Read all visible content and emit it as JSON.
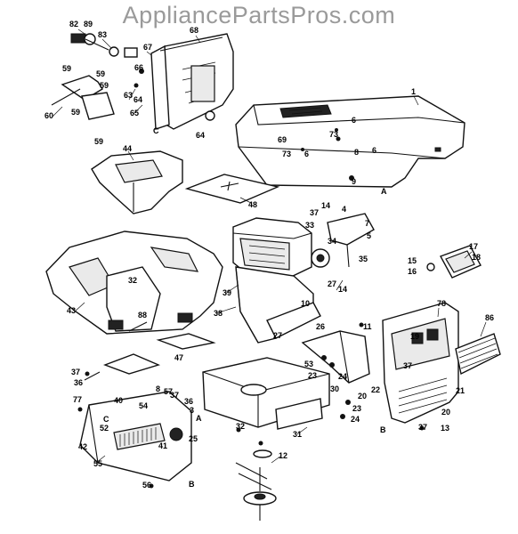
{
  "watermark": "AppliancePartsPros.com",
  "callouts": [
    {
      "id": "c1",
      "text": "1"
    },
    {
      "id": "c3",
      "text": "3"
    },
    {
      "id": "c4",
      "text": "4"
    },
    {
      "id": "c5",
      "text": "5"
    },
    {
      "id": "c6a",
      "text": "6"
    },
    {
      "id": "c6b",
      "text": "6"
    },
    {
      "id": "c6c",
      "text": "6"
    },
    {
      "id": "c7",
      "text": "7"
    },
    {
      "id": "c8a",
      "text": "8"
    },
    {
      "id": "c8b",
      "text": "8"
    },
    {
      "id": "c9",
      "text": "9"
    },
    {
      "id": "c10",
      "text": "10"
    },
    {
      "id": "c11",
      "text": "11"
    },
    {
      "id": "c12",
      "text": "12"
    },
    {
      "id": "c13",
      "text": "13"
    },
    {
      "id": "c14a",
      "text": "14"
    },
    {
      "id": "c14b",
      "text": "14"
    },
    {
      "id": "c15",
      "text": "15"
    },
    {
      "id": "c16",
      "text": "16"
    },
    {
      "id": "c17",
      "text": "17"
    },
    {
      "id": "c18",
      "text": "18"
    },
    {
      "id": "c19",
      "text": "19"
    },
    {
      "id": "c20a",
      "text": "20"
    },
    {
      "id": "c20b",
      "text": "20"
    },
    {
      "id": "c21",
      "text": "21"
    },
    {
      "id": "c22",
      "text": "22"
    },
    {
      "id": "c23a",
      "text": "23"
    },
    {
      "id": "c23b",
      "text": "23"
    },
    {
      "id": "c24a",
      "text": "24"
    },
    {
      "id": "c24b",
      "text": "24"
    },
    {
      "id": "c25",
      "text": "25"
    },
    {
      "id": "c26",
      "text": "26"
    },
    {
      "id": "c27a",
      "text": "27"
    },
    {
      "id": "c27b",
      "text": "27"
    },
    {
      "id": "c30",
      "text": "30"
    },
    {
      "id": "c31",
      "text": "31"
    },
    {
      "id": "c32a",
      "text": "32"
    },
    {
      "id": "c32b",
      "text": "32"
    },
    {
      "id": "c33",
      "text": "33"
    },
    {
      "id": "c34",
      "text": "34"
    },
    {
      "id": "c35",
      "text": "35"
    },
    {
      "id": "c36a",
      "text": "36"
    },
    {
      "id": "c36b",
      "text": "36"
    },
    {
      "id": "c37a",
      "text": "37"
    },
    {
      "id": "c37b",
      "text": "37"
    },
    {
      "id": "c37c",
      "text": "37"
    },
    {
      "id": "c37d",
      "text": "37"
    },
    {
      "id": "c37e",
      "text": "37"
    },
    {
      "id": "c38",
      "text": "38"
    },
    {
      "id": "c39",
      "text": "39"
    },
    {
      "id": "c40",
      "text": "40"
    },
    {
      "id": "c41",
      "text": "41"
    },
    {
      "id": "c42",
      "text": "42"
    },
    {
      "id": "c43",
      "text": "43"
    },
    {
      "id": "c44",
      "text": "44"
    },
    {
      "id": "c47",
      "text": "47"
    },
    {
      "id": "c48",
      "text": "48"
    },
    {
      "id": "c52",
      "text": "52"
    },
    {
      "id": "c53",
      "text": "53"
    },
    {
      "id": "c54",
      "text": "54"
    },
    {
      "id": "c55",
      "text": "55"
    },
    {
      "id": "c56",
      "text": "56"
    },
    {
      "id": "c57",
      "text": "57"
    },
    {
      "id": "c59a",
      "text": "59"
    },
    {
      "id": "c59b",
      "text": "59"
    },
    {
      "id": "c59c",
      "text": "59"
    },
    {
      "id": "c59d",
      "text": "59"
    },
    {
      "id": "c59e",
      "text": "59"
    },
    {
      "id": "c60",
      "text": "60"
    },
    {
      "id": "c63",
      "text": "63"
    },
    {
      "id": "c64a",
      "text": "64"
    },
    {
      "id": "c64b",
      "text": "64"
    },
    {
      "id": "c65",
      "text": "65"
    },
    {
      "id": "c66",
      "text": "66"
    },
    {
      "id": "c67",
      "text": "67"
    },
    {
      "id": "c68",
      "text": "68"
    },
    {
      "id": "c69",
      "text": "69"
    },
    {
      "id": "c73a",
      "text": "73"
    },
    {
      "id": "c73b",
      "text": "73"
    },
    {
      "id": "c77",
      "text": "77"
    },
    {
      "id": "c78",
      "text": "78"
    },
    {
      "id": "c82",
      "text": "82"
    },
    {
      "id": "c83",
      "text": "83"
    },
    {
      "id": "c86",
      "text": "86"
    },
    {
      "id": "c88",
      "text": "88"
    },
    {
      "id": "c89",
      "text": "89"
    },
    {
      "id": "mA1",
      "text": "A"
    },
    {
      "id": "mA2",
      "text": "A"
    },
    {
      "id": "mB1",
      "text": "B"
    },
    {
      "id": "mB2",
      "text": "B"
    },
    {
      "id": "mC1",
      "text": "C"
    },
    {
      "id": "mC2",
      "text": "C"
    }
  ]
}
